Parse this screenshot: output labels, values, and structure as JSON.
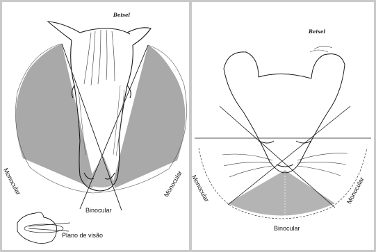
{
  "left_panel": {
    "signature": "Beisel",
    "label_binocular": "Binocular",
    "label_monocular_left": "Monocular",
    "label_monocular_right": "Monocular",
    "label_plano": "Plano de visão"
  },
  "right_panel": {
    "signature": "Beisel",
    "label_binocular": "Binocular",
    "label_monocular_left": "Monocular",
    "label_monocular_right": "Monocular"
  },
  "colors": {
    "field_gray": "#a9a9a9",
    "binocular_gray": "#b4b4b4",
    "line": "#1a1a1a"
  }
}
